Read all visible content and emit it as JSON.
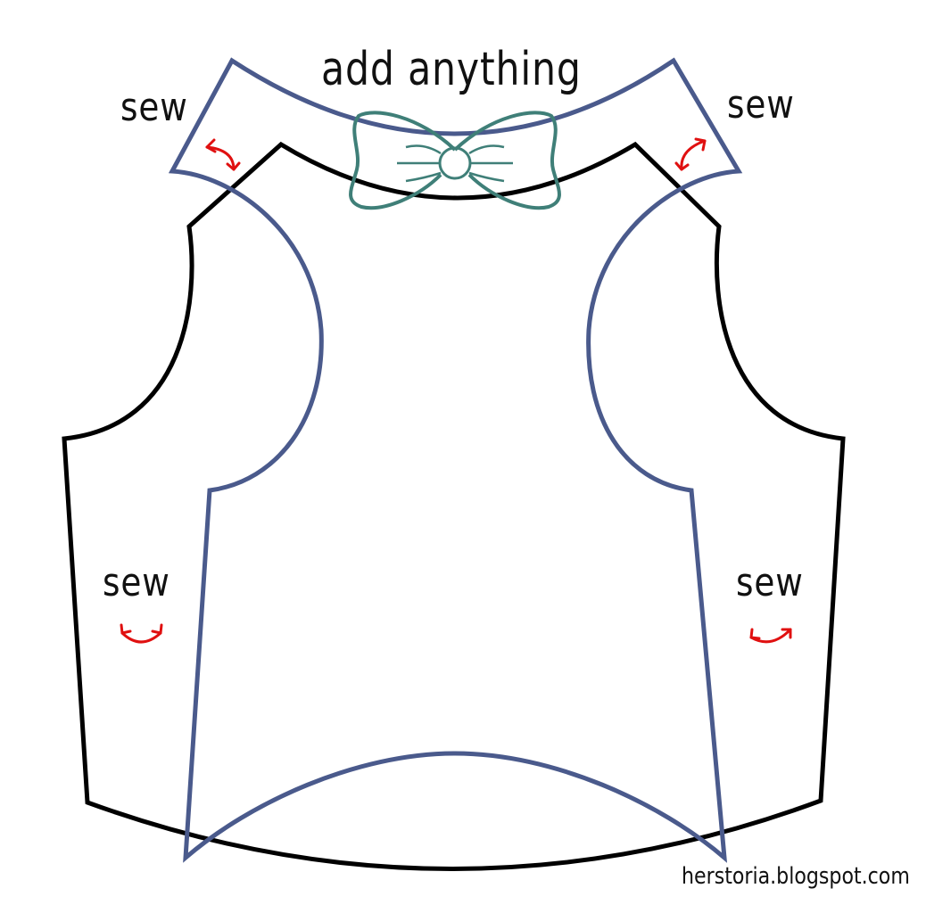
{
  "title": "add anything",
  "labels": {
    "sew_top_left": "sew",
    "sew_top_right": "sew",
    "sew_side_left": "sew",
    "sew_side_right": "sew"
  },
  "credit": "herstoria.blogspot.com",
  "colors": {
    "back_piece": "#000000",
    "front_piece": "#4a5a8c",
    "bow": "#3f7f78",
    "arrows": "#e01010"
  }
}
